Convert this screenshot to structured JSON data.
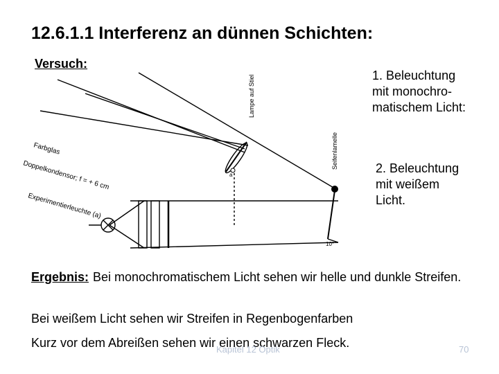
{
  "slide": {
    "title": "12.6.1.1 Interferenz an dünnen Schichten:",
    "versuch_label": "Versuch:",
    "notes": {
      "monochromatic": "1. Beleuchtung\nmit monochro-\nmatischem Licht:",
      "white": "2. Beleuchtung\nmit weißem\nLicht."
    },
    "figure": {
      "label_lampe": "Lampe auf Stiel",
      "label_seifenlamelle": "Seifenlamelle",
      "label_farbglas": "Farbglas",
      "label_kondensor": "Doppelkondensor; f = + 6 cm",
      "label_leuchte": "Experimentierleuchte (a)",
      "label_a": "a",
      "label_angle": "10°"
    },
    "result": {
      "label": "Ergebnis:",
      "text": "Bei monochromatischem Licht sehen wir helle und dunkle Streifen."
    },
    "line_white": "Bei weißem Licht sehen wir Streifen in Regenbogenfarben",
    "line_black": "Kurz vor dem Abreißen sehen wir einen schwarzen Fleck.",
    "footer": "Kapitel 12 Optik",
    "page_number": "70"
  }
}
